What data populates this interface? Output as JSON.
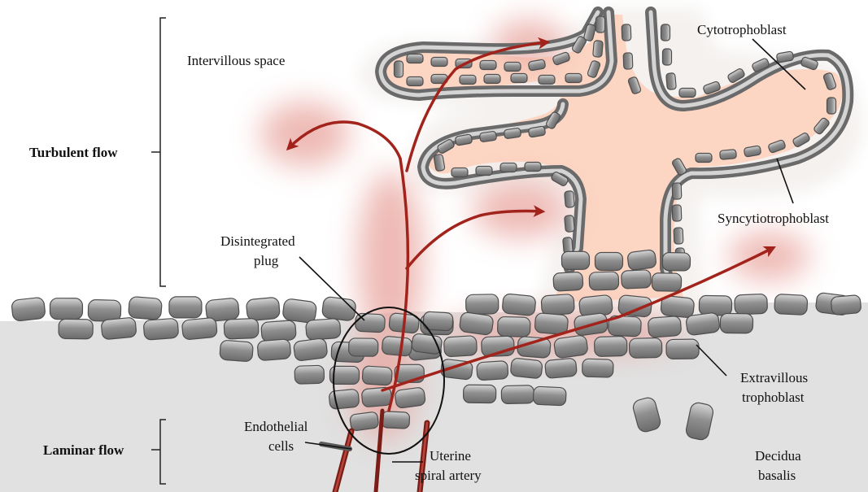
{
  "labels": {
    "intervillous_space": "Intervillous space",
    "turbulent_flow": "Turbulent flow",
    "laminar_flow": "Laminar flow",
    "disintegrated_plug_1": "Disintegrated",
    "disintegrated_plug_2": "plug",
    "cytotrophoblast": "Cytotrophoblast",
    "syncytiotrophoblast": "Syncytiotrophoblast",
    "extravillous_1": "Extravillous",
    "extravillous_2": "trophoblast",
    "endothelial_1": "Endothelial",
    "endothelial_2": "cells",
    "uterine_1": "Uterine",
    "uterine_2": "spiral artery",
    "decidua_1": "Decidua",
    "decidua_2": "basalis"
  },
  "colors": {
    "decidua": "#e1e1e1",
    "villus_core": "#fcd5c3",
    "syncytio": "#9a9a9a",
    "cell": "#8f8f8f",
    "blood": "#a2231b",
    "blood_glow": "#e9a6a0"
  }
}
